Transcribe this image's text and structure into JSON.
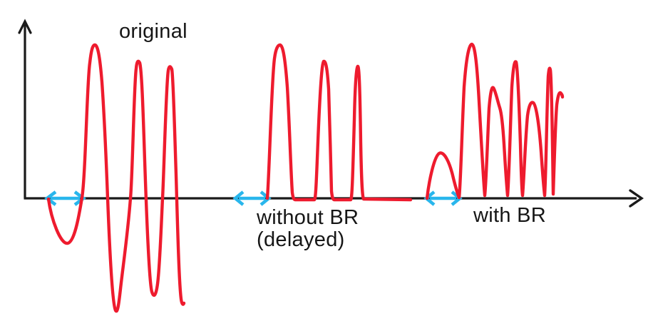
{
  "diagram": {
    "type": "hand-drawn signal timeline sketch comparing delay with and without bit reservoir",
    "labels": {
      "original": "original",
      "without_br": "without BR",
      "without_br_sub": "(delayed)",
      "with_br": "with BR"
    },
    "colors": {
      "signal": "#ee1b2e",
      "delay_arrow": "#29b6ec",
      "axis": "#1a1a1a",
      "text": "#161616"
    },
    "waveforms": [
      {
        "name": "original",
        "position": "left",
        "shape": "bipolar bursts above and below axis"
      },
      {
        "name": "without BR",
        "position": "middle",
        "shape": "positive-only bursts starting after delay gap"
      },
      {
        "name": "with BR",
        "position": "right",
        "shape": "small early hump inside delay gap followed by dense positive bursts"
      }
    ],
    "delay_markers": [
      {
        "name": "delay-original",
        "location": "start of original waveform"
      },
      {
        "name": "delay-without-br",
        "location": "start of without-BR waveform"
      },
      {
        "name": "delay-with-br",
        "location": "start of with-BR waveform"
      }
    ]
  }
}
